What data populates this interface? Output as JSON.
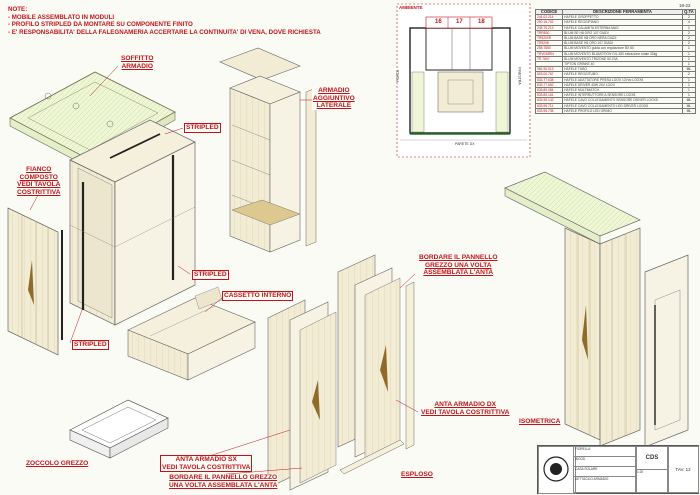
{
  "notes": {
    "title": "NOTE:",
    "lines": [
      "- MOBILE ASSEMBLATO IN MODULI",
      "- PROFILO STRIPLED DA MONTARE SU COMPONENTE FINITO",
      "- E' RESPONSABILITA' DELLA FALEGNAMERIA ACCERTARE LA CONTINUITA' DI VENA, DOVE RICHIESTA"
    ]
  },
  "labels": {
    "soffitto": [
      "SOFFITTO",
      "ARMADIO"
    ],
    "armadio_agg": [
      "ARMADIO",
      "AGGIUNTIVO",
      "LATERALE"
    ],
    "stripled_top": "STRIPLED",
    "stripled_mid": "STRIPLED",
    "stripled_bottom": "STRIPLED",
    "fianco": [
      "FIANCO",
      "COMPOSTO",
      "VEDI TAVOLA",
      "COSTRITTIVA"
    ],
    "cassetto": "CASSETTO INTERNO",
    "bordare_top": [
      "BORDARE IL PANNELLO",
      "GREZZO UNA VOLTA",
      "ASSEMBLATA L'ANTA"
    ],
    "anta_dx": [
      "ANTA ARMADIO DX",
      "VEDI TAVOLA COSTRITTIVA"
    ],
    "isometrica": "ISOMETRICA",
    "zoccolo": "ZOCCOLO GREZZO",
    "anta_sx": [
      "ANTA ARMADIO SX",
      "VEDI TAVOLA COSTRITTIVA"
    ],
    "bordare_bottom": [
      "BORDARE IL PANNELLO GREZZO",
      "UNA VOLTA ASSEMBLATA L'ANTA"
    ],
    "esploso": "ESPLOSO"
  },
  "plan": {
    "ambiente": "AMBIENTE",
    "dims": [
      "16",
      "17",
      "18"
    ],
    "side_left": "PORTA",
    "side_right": "FINESTRA",
    "bottom": "PARETE DX"
  },
  "sheet_number": "18-22",
  "bom": {
    "headers": [
      "CODICE",
      "DESCRIZIONE FERRAMENTA",
      "Q.TA"
    ],
    "rows": [
      [
        "244.02.214",
        "HAFELE GROPPETTO",
        "2"
      ],
      [
        "290.16.702",
        "HAFELE REGGIPIANO",
        "4"
      ],
      [
        "245.75.213",
        "HAFELE CALAMITA ESTERNA MAG",
        "1"
      ],
      [
        "TRR830",
        "BLUM SE H8 ORO 107 GIADI",
        "2"
      ],
      [
        "TR5200R",
        "BLUM BASE H8 ORO NERA GIADI",
        "2"
      ],
      [
        "TR5208",
        "BLUM BASE H8 ORO 107 GIADI",
        "2"
      ],
      [
        "258.7850",
        "BLUM MOVENTO guida con regolazione BX 60",
        "1"
      ],
      [
        "TRV045RN",
        "BLUM MOVENTO BLUMOTION GIL.450 estrazione totale 30kg",
        "1"
      ],
      [
        "TR 7807",
        "BLUM MOVENTO TRIZONE 50 JSA",
        "1"
      ],
      [
        "",
        "TIPTON GRINKE 40",
        "1"
      ],
      [
        "981.90.013",
        "HAFELE TUBO",
        "ML"
      ],
      [
        "803.00.767",
        "HAFELE REGGITUBO",
        "2"
      ],
      [
        "833.77.638",
        "HAFELE ADATTATORE PRESA LOOX 12Vdc LOOX5",
        "1"
      ],
      [
        "833.77.652",
        "HAFELE DRIVER 40W 24V LOOX",
        "1"
      ],
      [
        "833.89.084",
        "HAFELE MULTIMATCH",
        "1"
      ],
      [
        "833.89.161",
        "HAFELE INTERRUTTORE A SENSORE LOOX5",
        "1"
      ],
      [
        "833.95.142",
        "HAFELE CAVO COLLEGAMENTO SENSORE DRIVER LOOX5",
        "ML"
      ],
      [
        "833.95.711",
        "HAFELE CAVO COLLEGAMENTO LED DRIVER LOOX5",
        "ML"
      ],
      [
        "833.95.735",
        "HAFELE PROFILO LED ORIMO",
        "ML"
      ]
    ]
  },
  "title_block": {
    "client": "FIORELLA",
    "code": "WOOD",
    "company": "CASA SOLARE",
    "drawing": "DETTAGLIO ARMADIO",
    "sheet": "TAV. 12",
    "logo": "CDS",
    "scale": "1:20"
  }
}
